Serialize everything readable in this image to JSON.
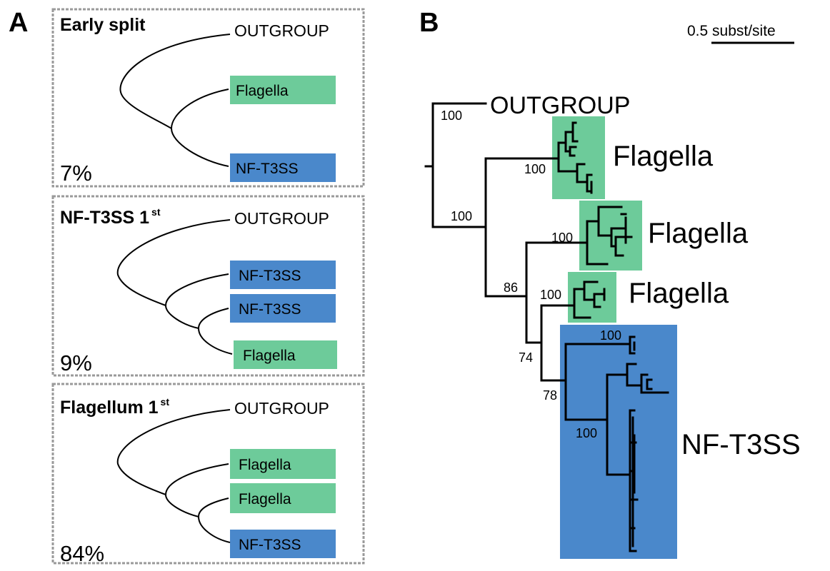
{
  "panels": {
    "a_letter": "A",
    "b_letter": "B"
  },
  "colors": {
    "flagella_box": "#6dcb9a",
    "nf_t3ss_box": "#4a88cb",
    "frame_border": "#9a9a9a"
  },
  "panel_a": {
    "scenarios": [
      {
        "title": "Early split",
        "title_sup": "",
        "outgroup": "OUTGROUP",
        "leaves": [
          "Flagella",
          "NF-T3SS"
        ],
        "percent": "7%"
      },
      {
        "title": "NF-T3SS 1",
        "title_sup": "st",
        "outgroup": "OUTGROUP",
        "leaves": [
          "NF-T3SS",
          "NF-T3SS",
          "Flagella"
        ],
        "percent": "9%"
      },
      {
        "title": "Flagellum 1",
        "title_sup": "st",
        "outgroup": "OUTGROUP",
        "leaves": [
          "Flagella",
          "Flagella",
          "NF-T3SS"
        ],
        "percent": "84%"
      }
    ]
  },
  "panel_b": {
    "scale_bar_label": "0.5 subst/site",
    "outgroup": "OUTGROUP",
    "clade_labels": [
      "Flagella",
      "Flagella",
      "Flagella",
      "NF-T3SS"
    ],
    "bootstrap": {
      "outgroup": "100",
      "flagella_1": "100",
      "main_split": "100",
      "flagella_2": "100",
      "node_86": "86",
      "flagella_3": "100",
      "node_74": "74",
      "node_78": "78",
      "nf_top": "100",
      "nf_lower": "100"
    }
  }
}
